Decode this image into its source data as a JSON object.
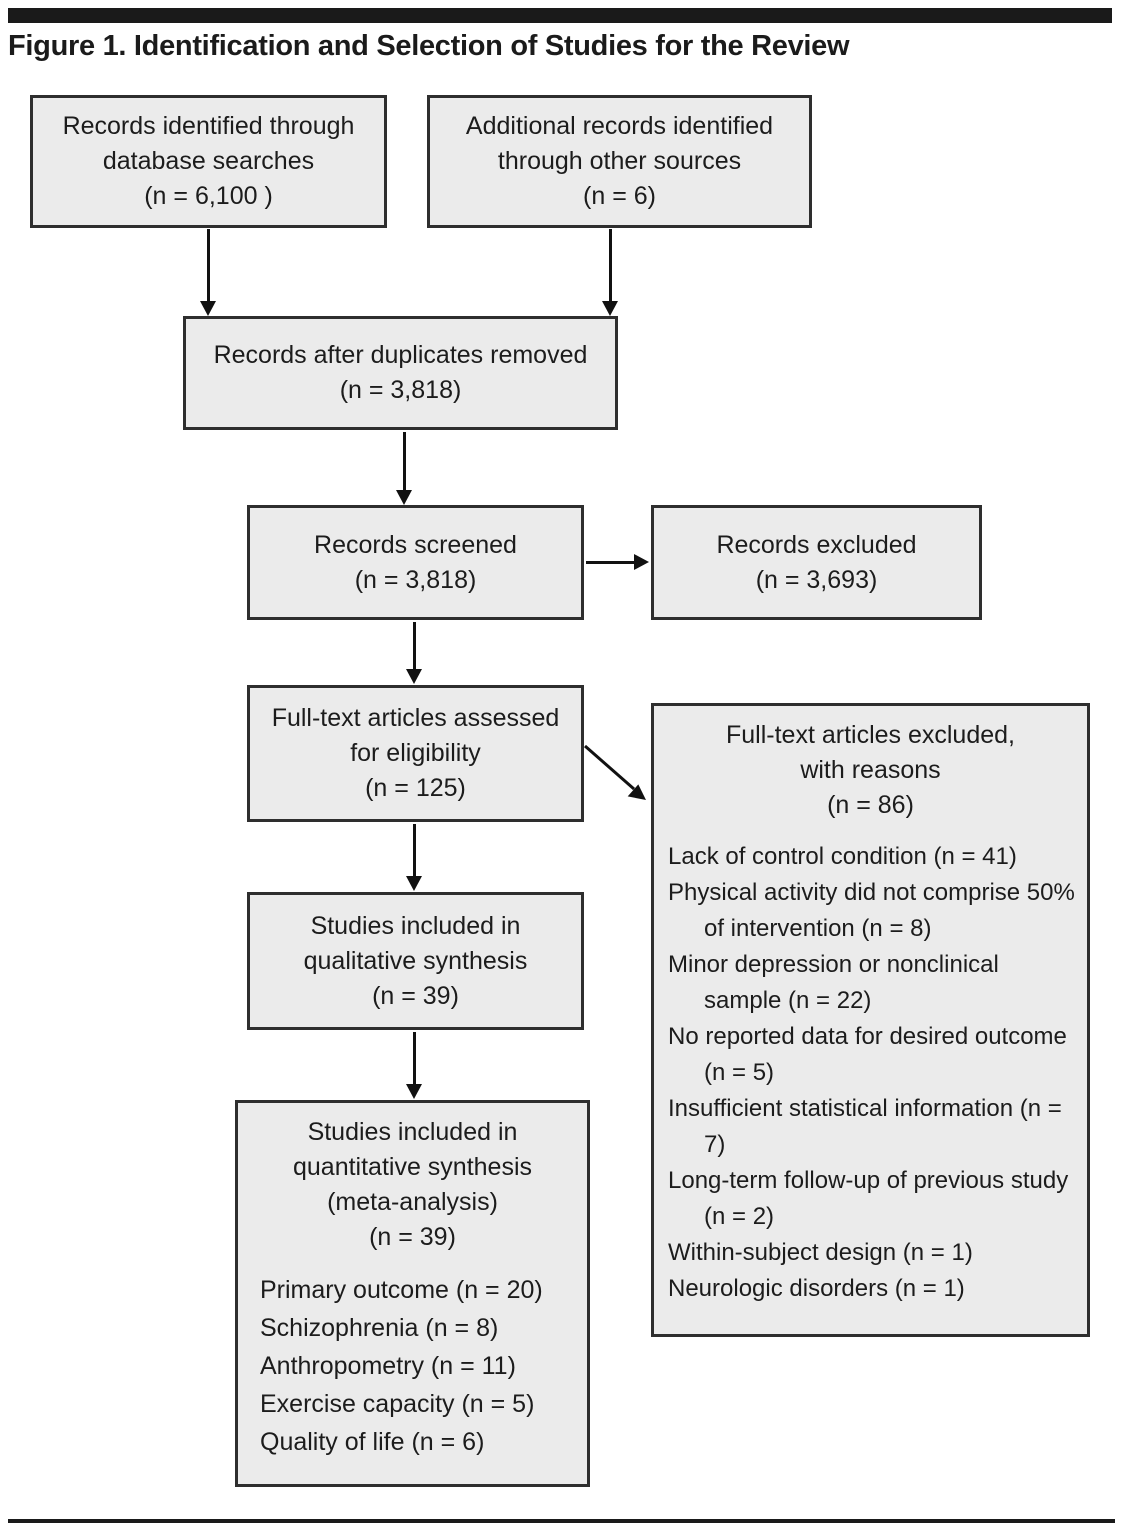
{
  "title": "Figure 1. Identification and Selection of Studies for the Review",
  "colors": {
    "box_fill": "#ebebeb",
    "box_border": "#2e2e2e",
    "arrow": "#111111",
    "rule": "#1a1a1a"
  },
  "boxes": {
    "records_identified": {
      "lines": [
        "Records identified through",
        "database searches",
        "(n = 6,100 )"
      ]
    },
    "additional_records": {
      "lines": [
        "Additional records identified",
        "through other sources",
        "(n = 6)"
      ]
    },
    "duplicates_removed": {
      "lines": [
        "Records after duplicates removed",
        "(n = 3,818)"
      ]
    },
    "records_screened": {
      "lines": [
        "Records screened",
        "(n = 3,818)"
      ]
    },
    "records_excluded": {
      "lines": [
        "Records excluded",
        "(n = 3,693)"
      ]
    },
    "fulltext_assessed": {
      "lines": [
        "Full-text articles assessed",
        "for eligibility",
        "(n = 125)"
      ]
    },
    "fulltext_excluded": {
      "header": [
        "Full-text articles excluded,",
        "with reasons",
        "(n = 86)"
      ],
      "reasons": [
        "Lack of control condition (n = 41)",
        "Physical activity did not comprise 50% of intervention (n = 8)",
        "Minor depression or nonclinical sample (n = 22)",
        "No reported data for desired outcome (n = 5)",
        "Insufficient statistical information (n = 7)",
        "Long-term follow-up of previous study (n = 2)",
        "Within-subject design (n = 1)",
        "Neurologic disorders (n = 1)"
      ]
    },
    "qualitative": {
      "lines": [
        "Studies included in",
        "qualitative synthesis",
        "(n = 39)"
      ]
    },
    "quantitative": {
      "header": [
        "Studies included in",
        "quantitative synthesis",
        "(meta-analysis)",
        "(n = 39)"
      ],
      "outcomes": [
        "Primary outcome (n = 20)",
        "Schizophrenia (n = 8)",
        "Anthropometry (n = 11)",
        "Exercise capacity (n = 5)",
        "Quality of life (n = 6)"
      ]
    }
  }
}
